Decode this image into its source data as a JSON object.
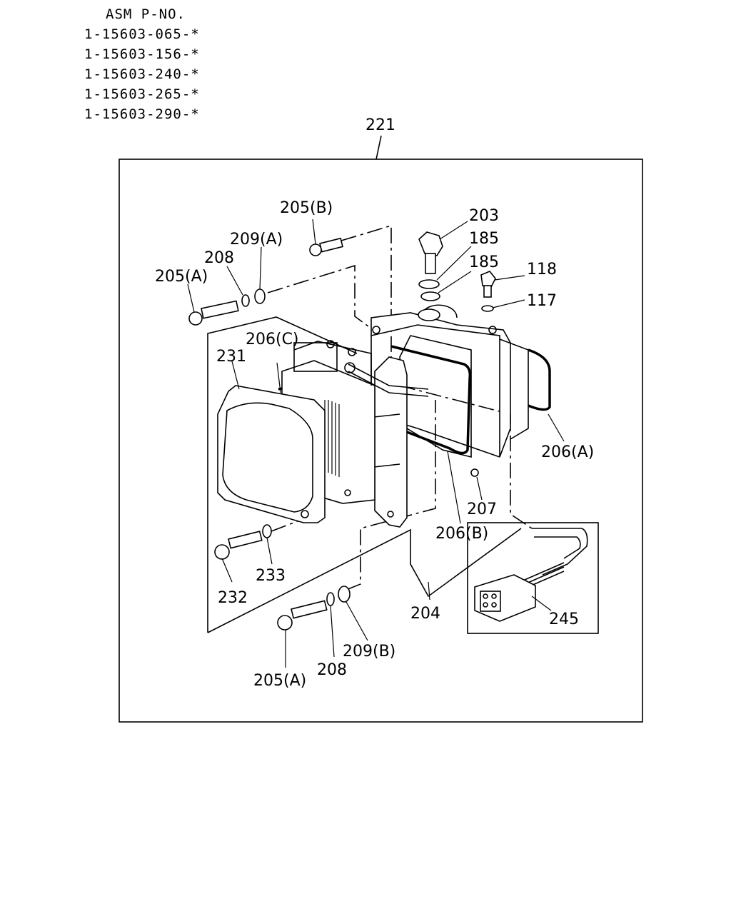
{
  "header": {
    "title": "ASM P-NO.",
    "part_numbers": [
      "1-15603-065-*",
      "1-15603-156-*",
      "1-15603-240-*",
      "1-15603-265-*",
      "1-15603-290-*"
    ]
  },
  "callouts": {
    "c221": "221",
    "c205b": "205(B)",
    "c203": "203",
    "c185a": "185",
    "c185b": "185",
    "c118": "118",
    "c117": "117",
    "c209a": "209(A)",
    "c208a": "208",
    "c205a_top": "205(A)",
    "c206c": "206(C)",
    "c231": "231",
    "c206a": "206(A)",
    "c207": "207",
    "c206b": "206(B)",
    "c233": "233",
    "c232": "232",
    "c204": "204",
    "c245": "245",
    "c209b": "209(B)",
    "c208b": "208",
    "c205a_bot": "205(A)"
  }
}
